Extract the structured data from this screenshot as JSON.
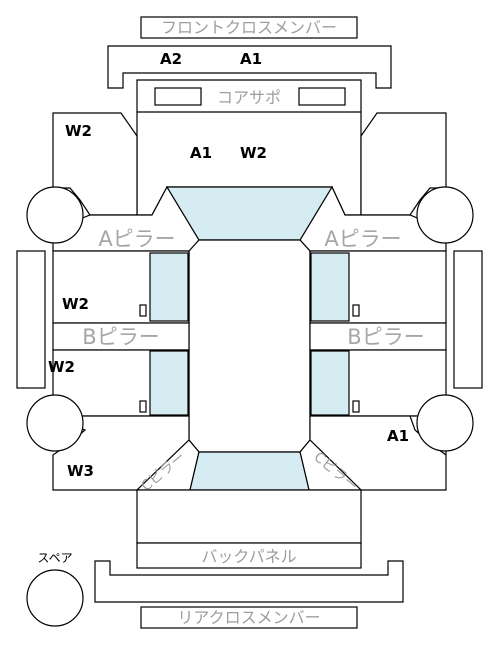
{
  "labels": {
    "front_cross_member": "フロントクロスメンバー",
    "core_support": "コアサポ",
    "a_pillar_left": "Aピラー",
    "a_pillar_right": "Aピラー",
    "b_pillar_left": "Bピラー",
    "b_pillar_right": "Bピラー",
    "c_pillar_left": "Cピラー",
    "c_pillar_right": "Cピラー",
    "back_panel": "バックパネル",
    "spare": "スペア",
    "rear_cross_member": "リアクロスメンバー"
  },
  "damage_codes": {
    "front_cross_a2": "A2",
    "front_cross_a1": "A1",
    "hood_a1": "A1",
    "hood_w2": "W2",
    "left_fender_w2": "W2",
    "left_front_door_w2": "W2",
    "left_rear_door_w2": "W2",
    "right_rear_fender_a1": "A1",
    "left_rear_fender_w3": "W3"
  },
  "colors": {
    "glass": "#d6ecf3",
    "outline": "#000000",
    "label_gray": "#9e9e9e"
  }
}
